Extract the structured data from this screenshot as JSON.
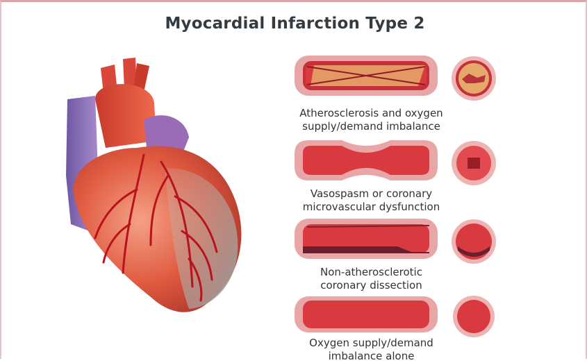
{
  "title": "Myocardial Infarction Type 2",
  "colors": {
    "vessel_outer": "#e8a6a6",
    "vessel_wall": "#c7303a",
    "lumen": "#d83a3f",
    "plaque": "#e6a96a",
    "dissection": "#6b1e2e",
    "heart_base": "#e0593f",
    "heart_pale": "#b9b3ad",
    "vein": "#8a6bb1",
    "artery_lines": "#b8121c"
  },
  "heart": {
    "icon": "heart-illustration"
  },
  "panels": [
    {
      "caption_line1": "Atherosclerosis and oxygen",
      "caption_line2": "supply/demand imbalance",
      "vessel_icon": "plaque-narrowed-artery-icon",
      "cross_icon": "plaque-cross-section-icon"
    },
    {
      "caption_line1": "Vasospasm or coronary",
      "caption_line2": "microvascular dysfunction",
      "vessel_icon": "constricted-artery-icon",
      "cross_icon": "narrowed-cross-section-icon"
    },
    {
      "caption_line1": "Non-atherosclerotic",
      "caption_line2": "coronary dissection",
      "vessel_icon": "dissected-artery-icon",
      "cross_icon": "dissection-cross-section-icon"
    },
    {
      "caption_line1": "Oxygen supply/demand",
      "caption_line2": "imbalance alone",
      "vessel_icon": "normal-artery-icon",
      "cross_icon": "normal-cross-section-icon"
    }
  ]
}
